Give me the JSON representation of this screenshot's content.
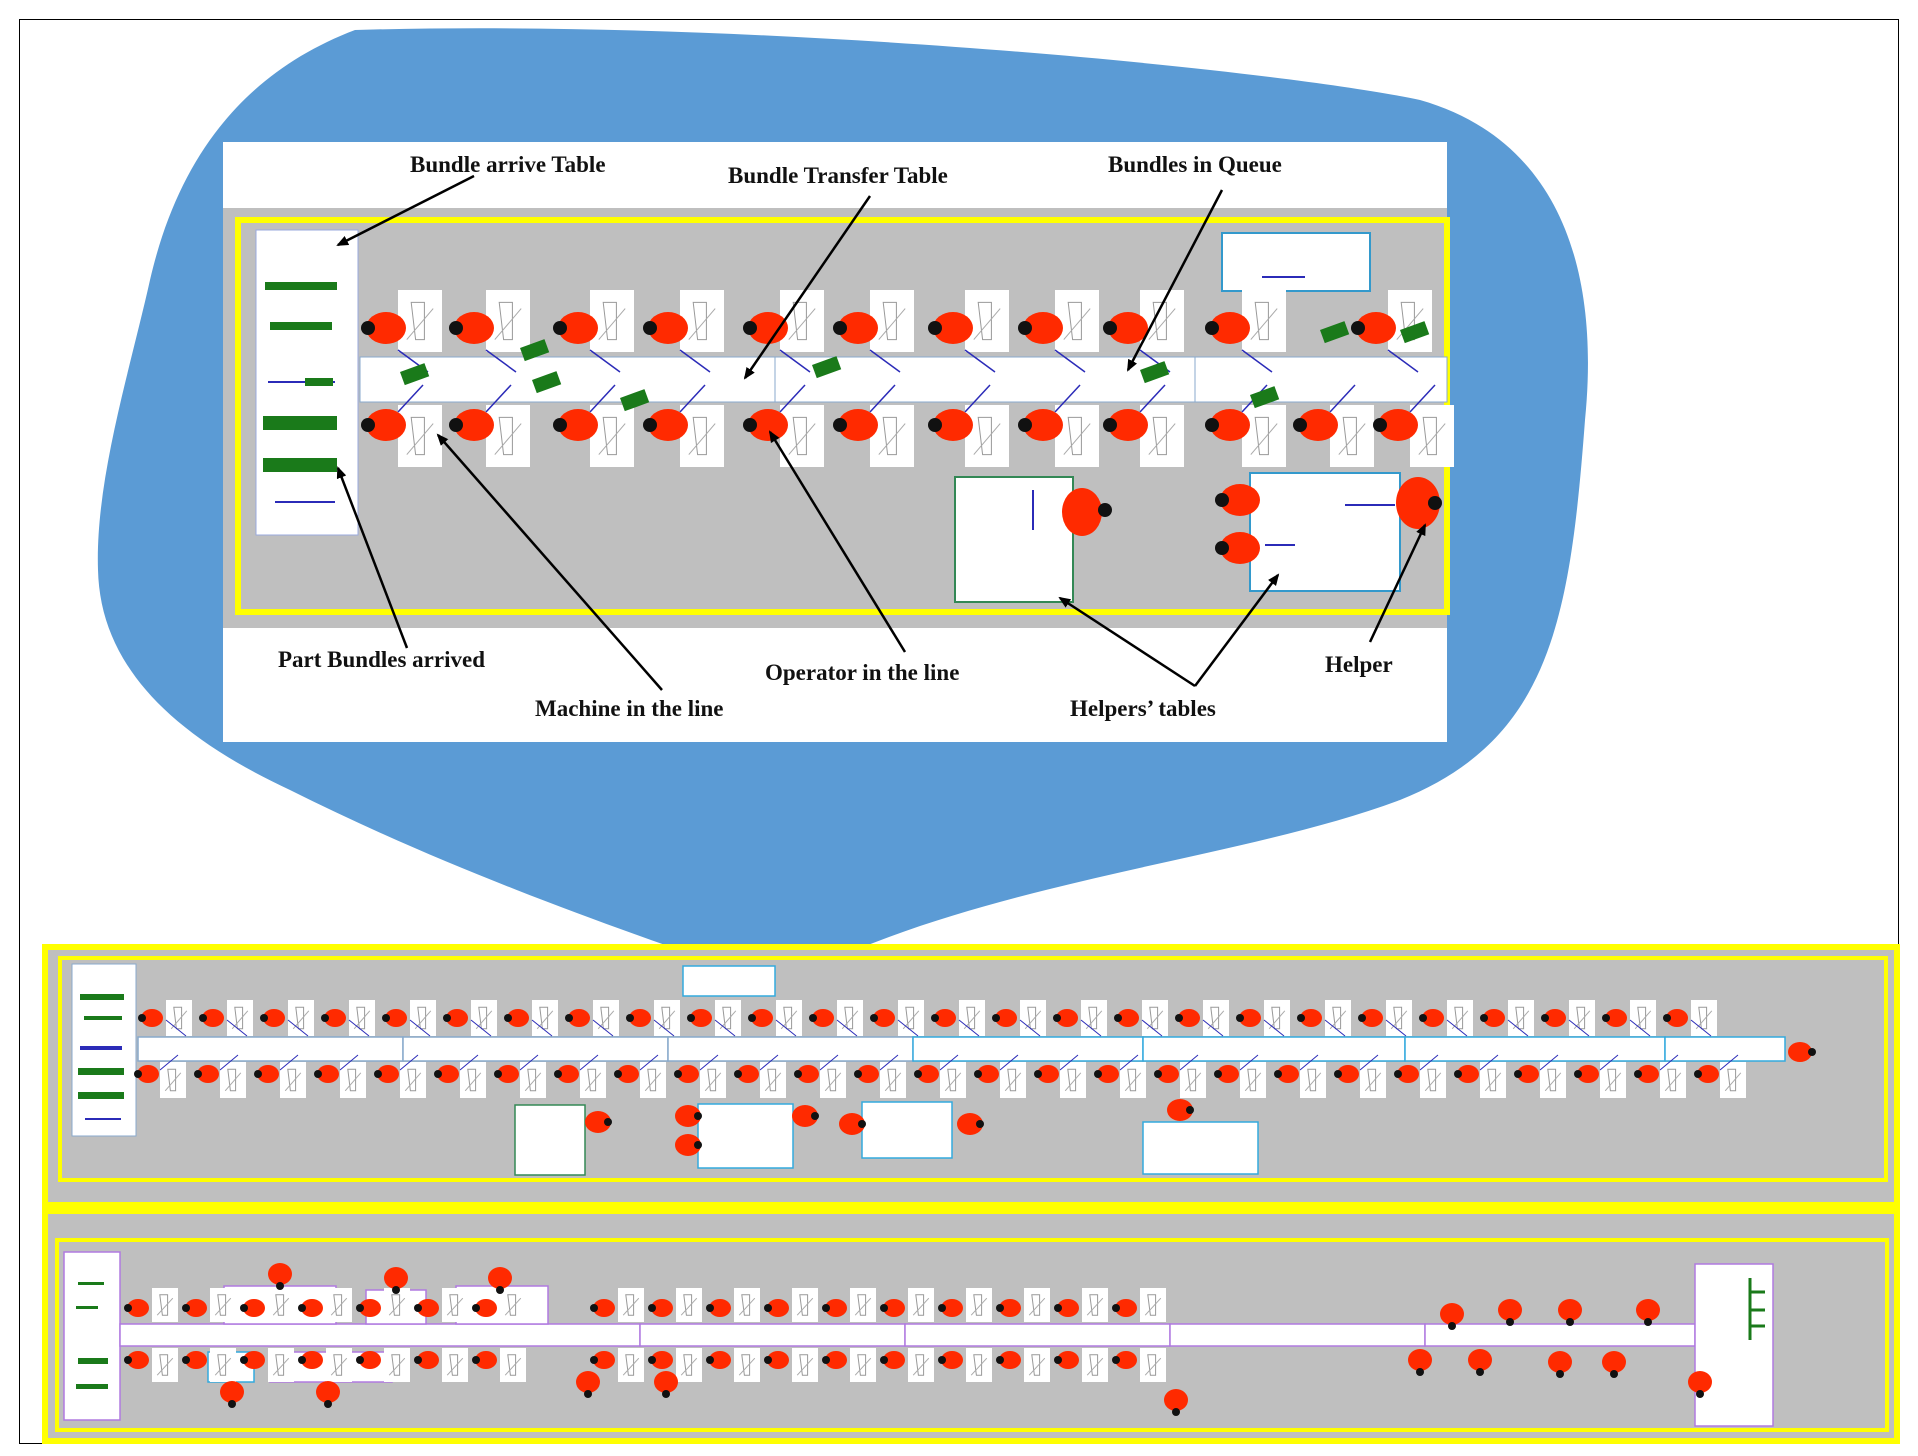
{
  "labels": {
    "bundle_arrive_table": "Bundle arrive Table",
    "bundle_transfer_table": "Bundle Transfer Table",
    "bundles_in_queue": "Bundles in Queue",
    "part_bundles_arrived": "Part Bundles arrived",
    "machine_in_the_line": "Machine in the line",
    "operator_in_the_line": "Operator in the line",
    "helpers_tables": "Helpers’ tables",
    "helper": "Helper"
  },
  "colors": {
    "callout": "#5b9bd5",
    "floor": "#bfbfbf",
    "boundary": "#ffff00",
    "operator": "#ff2a00",
    "bundle": "#1a7a1a",
    "table_border_line1": "#33aadd",
    "table_border_line2": "#b07ae0",
    "workpiece_line": "#2b2bb8"
  },
  "icons": {
    "operator": "operator-figure-icon",
    "machine": "sewing-machine-icon",
    "bundle": "bundle-icon"
  }
}
